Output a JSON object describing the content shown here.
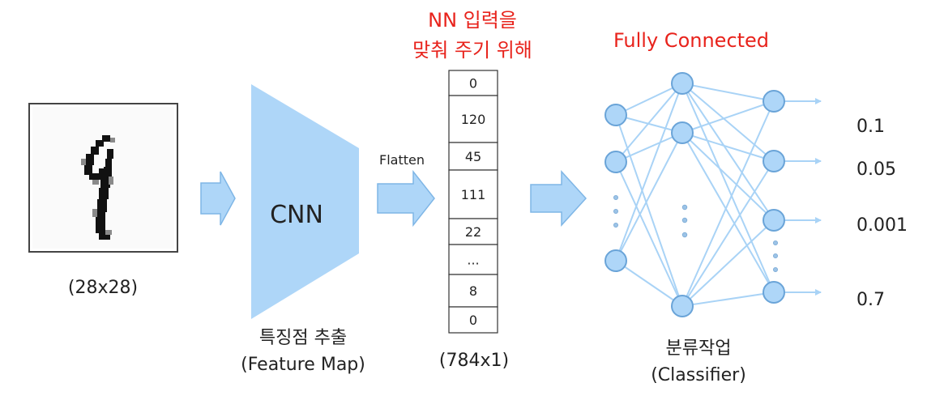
{
  "input": {
    "caption": "(28x28)"
  },
  "cnn": {
    "label": "CNN",
    "caption_line1": "특징점 추출",
    "caption_line2": "(Feature Map)"
  },
  "flatten": {
    "label": "Flatten",
    "note_line1": "NN 입력을",
    "note_line2": "맞춰 주기 위해",
    "cells": [
      "0",
      "120",
      "45",
      "111",
      "22",
      "...",
      "8",
      "0"
    ],
    "caption": "(784x1)"
  },
  "network": {
    "title": "Fully Connected",
    "caption_line1": "분류작업",
    "caption_line2": "(Classifier)",
    "outputs": [
      "0.1",
      "0.05",
      "0.001",
      "0.7"
    ]
  },
  "colors": {
    "shape_fill": "#aed6f8",
    "node_stroke": "#6aa4d8",
    "edge": "#a9d3f6",
    "accent_red": "#e8231c"
  }
}
